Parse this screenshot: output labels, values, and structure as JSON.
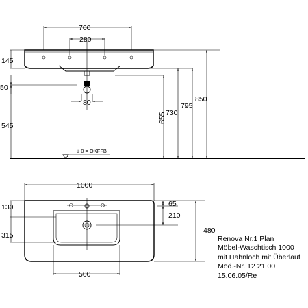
{
  "dimensions": {
    "front": {
      "width_700": "700",
      "width_280": "280",
      "h_145": "145",
      "h_50": "50",
      "w_80": "80",
      "h_545": "545",
      "h_655": "655",
      "h_730": "730",
      "h_795": "795",
      "h_850": "850",
      "floor_ref": "± 0 = OKFFB"
    },
    "top": {
      "width_1000": "1000",
      "d_130": "130",
      "d_315": "315",
      "d_65": "65",
      "d_210": "210",
      "d_480": "480",
      "w_500": "500"
    }
  },
  "caption": {
    "line1": "Renova Nr.1 Plan",
    "line2": "Möbel-Waschtisch 1000",
    "line3": "mit Hahnloch mit Überlauf",
    "line4": "Mod.-Nr. 12 21 00",
    "line5": "15.06.05/Re"
  }
}
